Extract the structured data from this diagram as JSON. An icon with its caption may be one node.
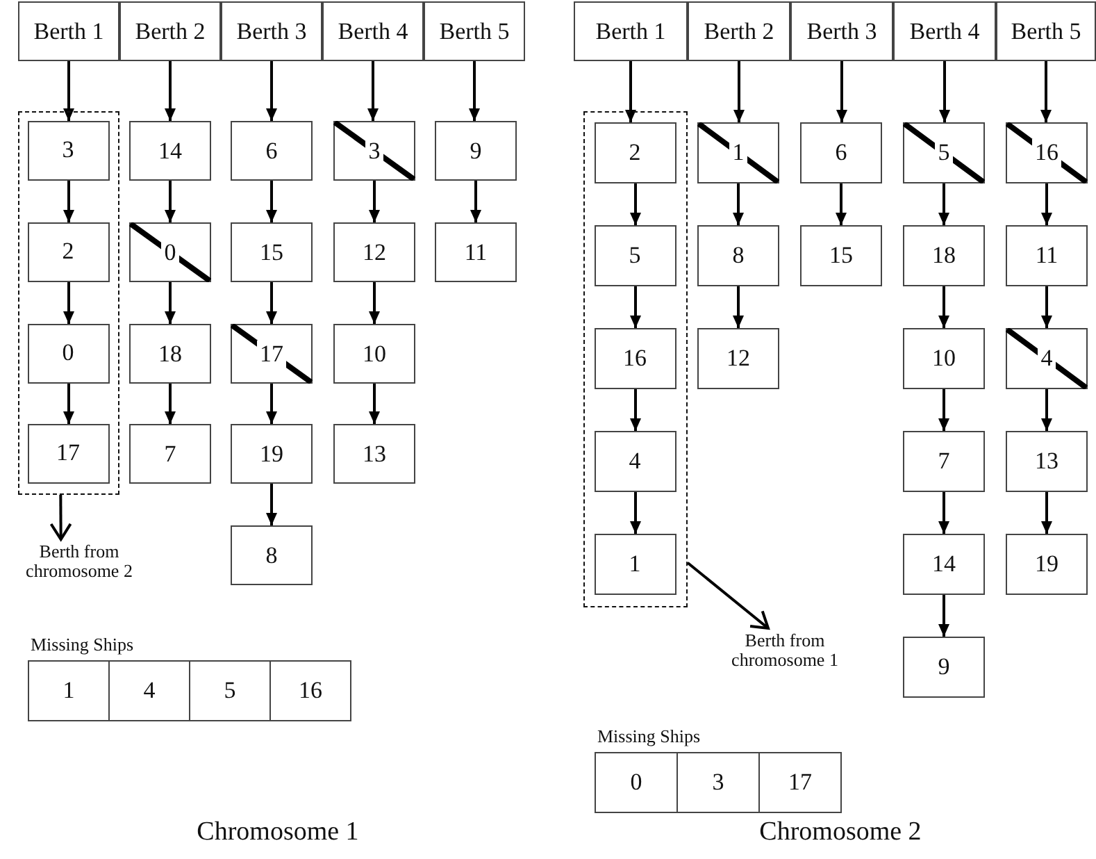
{
  "diagram": {
    "nodes": [
      {
        "text": [
          "Berth 1"
        ]
      },
      {
        "text": [
          "Berth 2"
        ]
      },
      {
        "text": [
          "Berth 3"
        ]
      },
      {
        "text": [
          "Berth 4"
        ]
      },
      {
        "text": [
          "Berth 5"
        ]
      },
      {
        "text": [],
        "shape": "box"
      },
      {
        "text": [
          "3"
        ],
        "in": 5
      },
      {
        "text": [
          "2"
        ],
        "in": 5
      },
      {
        "text": [
          "0"
        ],
        "in": 5
      },
      {
        "text": [
          "17"
        ],
        "in": 5
      },
      {
        "text": [
          "14"
        ]
      },
      {
        "text": [
          "0"
        ]
      },
      {
        "text": [
          "18"
        ]
      },
      {
        "text": [
          "7"
        ]
      },
      {
        "text": [
          "6"
        ]
      },
      {
        "text": [
          "15"
        ]
      },
      {
        "text": [
          "17"
        ]
      },
      {
        "text": [
          "19"
        ]
      },
      {
        "text": [
          "8"
        ]
      },
      {
        "text": [
          "3"
        ]
      },
      {
        "text": [
          "12"
        ]
      },
      {
        "text": [
          "10"
        ]
      },
      {
        "text": [
          "13"
        ]
      },
      {
        "text": [
          "9"
        ]
      },
      {
        "text": [
          "11"
        ]
      },
      {
        "text": [
          "Berth from chromosome 2"
        ]
      },
      {
        "text": [
          "Missing Ships"
        ]
      },
      {
        "text": [
          "1"
        ],
        "in": 26
      },
      {
        "text": [
          "4"
        ],
        "in": 26
      },
      {
        "text": [
          "5"
        ],
        "in": 26
      },
      {
        "text": [
          "16"
        ],
        "in": 26
      },
      {
        "text": [
          "Berth 1"
        ]
      },
      {
        "text": [
          "Berth 2"
        ]
      },
      {
        "text": [
          "Berth 3"
        ]
      },
      {
        "text": [
          "Berth 4"
        ]
      },
      {
        "text": [
          "Berth 5"
        ]
      },
      {
        "text": [],
        "shape": "box"
      },
      {
        "text": [
          "2"
        ],
        "in": 36
      },
      {
        "text": [
          "5"
        ],
        "in": 36
      },
      {
        "text": [
          "16"
        ],
        "in": 36
      },
      {
        "text": [
          "4"
        ],
        "in": 36
      },
      {
        "text": [
          "1"
        ],
        "in": 36
      },
      {
        "text": [
          "1"
        ]
      },
      {
        "text": [
          "8"
        ]
      },
      {
        "text": [
          "12"
        ]
      },
      {
        "text": [
          "6"
        ]
      },
      {
        "text": [
          "15"
        ]
      },
      {
        "text": [
          "5"
        ]
      },
      {
        "text": [
          "18"
        ]
      },
      {
        "text": [
          "10"
        ]
      },
      {
        "text": [
          "7"
        ]
      },
      {
        "text": [
          "14"
        ]
      },
      {
        "text": [
          "9"
        ]
      },
      {
        "text": [
          "16"
        ]
      },
      {
        "text": [
          "11"
        ]
      },
      {
        "text": [
          "4"
        ]
      },
      {
        "text": [
          "13"
        ]
      },
      {
        "text": [
          "19"
        ]
      },
      {
        "text": [
          "Berth from chromosome 1"
        ]
      },
      {
        "text": [
          "Missing Ships"
        ]
      },
      {
        "text": [
          "0"
        ],
        "in": 59
      },
      {
        "text": [
          "3"
        ],
        "in": 59
      },
      {
        "text": [
          "17"
        ],
        "in": 59
      }
    ],
    "edges": [
      {
        "from": 0,
        "to": 6,
        "arrow": "to"
      },
      {
        "from": 6,
        "to": 7,
        "arrow": "to"
      },
      {
        "from": 7,
        "to": 8,
        "arrow": "to"
      },
      {
        "from": 8,
        "to": 9,
        "arrow": "to"
      },
      {
        "from": 1,
        "to": 10,
        "arrow": "to"
      },
      {
        "from": 10,
        "to": 11,
        "arrow": "to"
      },
      {
        "from": 11,
        "to": 12,
        "arrow": "to"
      },
      {
        "from": 12,
        "to": 13,
        "arrow": "to"
      },
      {
        "from": 2,
        "to": 14,
        "arrow": "to"
      },
      {
        "from": 14,
        "to": 15,
        "arrow": "to"
      },
      {
        "from": 15,
        "to": 16,
        "arrow": "to"
      },
      {
        "from": 16,
        "to": 17,
        "arrow": "to"
      },
      {
        "from": 17,
        "to": 18,
        "arrow": "to"
      },
      {
        "from": 3,
        "to": 19,
        "arrow": "to"
      },
      {
        "from": 19,
        "to": 20,
        "arrow": "to"
      },
      {
        "from": 20,
        "to": 21,
        "arrow": "to"
      },
      {
        "from": 21,
        "to": 22,
        "arrow": "to"
      },
      {
        "from": 4,
        "to": 23,
        "arrow": "to"
      },
      {
        "from": 23,
        "to": 24,
        "arrow": "to"
      },
      {
        "from": 5,
        "to": 25,
        "arrow": "to"
      },
      {
        "from": 31,
        "to": 37,
        "arrow": "to"
      },
      {
        "from": 37,
        "to": 38,
        "arrow": "to"
      },
      {
        "from": 38,
        "to": 39,
        "arrow": "to"
      },
      {
        "from": 39,
        "to": 40,
        "arrow": "to"
      },
      {
        "from": 40,
        "to": 41,
        "arrow": "to"
      },
      {
        "from": 32,
        "to": 42,
        "arrow": "to"
      },
      {
        "from": 42,
        "to": 43,
        "arrow": "to"
      },
      {
        "from": 43,
        "to": 44,
        "arrow": "to"
      },
      {
        "from": 33,
        "to": 45,
        "arrow": "to"
      },
      {
        "from": 45,
        "to": 46,
        "arrow": "to"
      },
      {
        "from": 34,
        "to": 47,
        "arrow": "to"
      },
      {
        "from": 47,
        "to": 48,
        "arrow": "to"
      },
      {
        "from": 48,
        "to": 49,
        "arrow": "to"
      },
      {
        "from": 49,
        "to": 50,
        "arrow": "to"
      },
      {
        "from": 50,
        "to": 51,
        "arrow": "to"
      },
      {
        "from": 51,
        "to": 52,
        "arrow": "to"
      },
      {
        "from": 35,
        "to": 53,
        "arrow": "to"
      },
      {
        "from": 53,
        "to": 54,
        "arrow": "to"
      },
      {
        "from": 54,
        "to": 55,
        "arrow": "to"
      },
      {
        "from": 55,
        "to": 56,
        "arrow": "to"
      },
      {
        "from": 56,
        "to": 57,
        "arrow": "to"
      },
      {
        "from": 36,
        "to": 58,
        "arrow": "to"
      }
    ],
    "labels": [
      "Chromosome 1",
      "Chromosome 2"
    ]
  }
}
